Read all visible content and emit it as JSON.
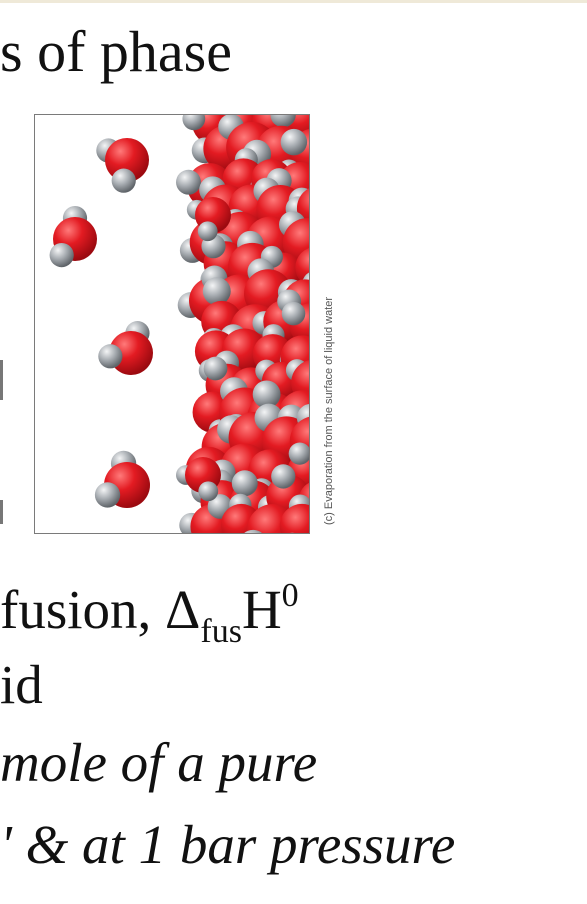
{
  "slide": {
    "heading": "s of phase",
    "line1": {
      "prefix": "fusion, ",
      "delta": "Δ",
      "sub": "fus",
      "symbol": "H",
      "sup": "0"
    },
    "line2": "id",
    "line3": "mole of a pure",
    "line4": "' & at 1 bar pressure"
  },
  "figure": {
    "caption": "(c)  Evaporation from the surface of liquid water"
  },
  "colors": {
    "oxygen": "#e0161e",
    "hydrogen": "#9ea3a8",
    "text": "#111111"
  }
}
